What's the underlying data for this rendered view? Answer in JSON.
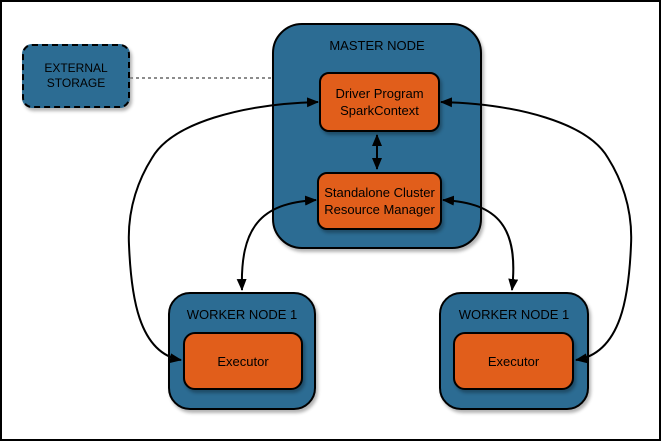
{
  "colors": {
    "canvas_bg": "#ffffff",
    "node_fill": "#2c6c93",
    "component_fill": "#e15e1b",
    "outline": "#000000",
    "arrow": "#000000",
    "dashed_link": "#8c8c8c"
  },
  "external_storage": {
    "line1": "EXTERNAL",
    "line2": "STORAGE"
  },
  "master_node": {
    "title": "MASTER NODE",
    "driver_program": {
      "line1": "Driver Program",
      "line2": "SparkContext"
    },
    "resource_manager": {
      "line1": "Standalone Cluster",
      "line2": "Resource Manager"
    }
  },
  "worker_node_left": {
    "title": "WORKER NODE 1",
    "executor_label": "Executor"
  },
  "worker_node_right": {
    "title": "WORKER NODE 1",
    "executor_label": "Executor"
  },
  "edges": [
    {
      "from": "external-storage",
      "to": "master-node",
      "style": "dashed",
      "arrows": "none"
    },
    {
      "from": "driver-program",
      "to": "resource-manager",
      "style": "solid",
      "arrows": "both"
    },
    {
      "from": "driver-program",
      "to": "executor-left",
      "style": "curved",
      "arrows": "both"
    },
    {
      "from": "driver-program",
      "to": "executor-right",
      "style": "curved",
      "arrows": "both"
    },
    {
      "from": "resource-manager",
      "to": "worker-node-left",
      "style": "curved",
      "arrows": "both"
    },
    {
      "from": "resource-manager",
      "to": "worker-node-right",
      "style": "curved",
      "arrows": "both"
    }
  ]
}
